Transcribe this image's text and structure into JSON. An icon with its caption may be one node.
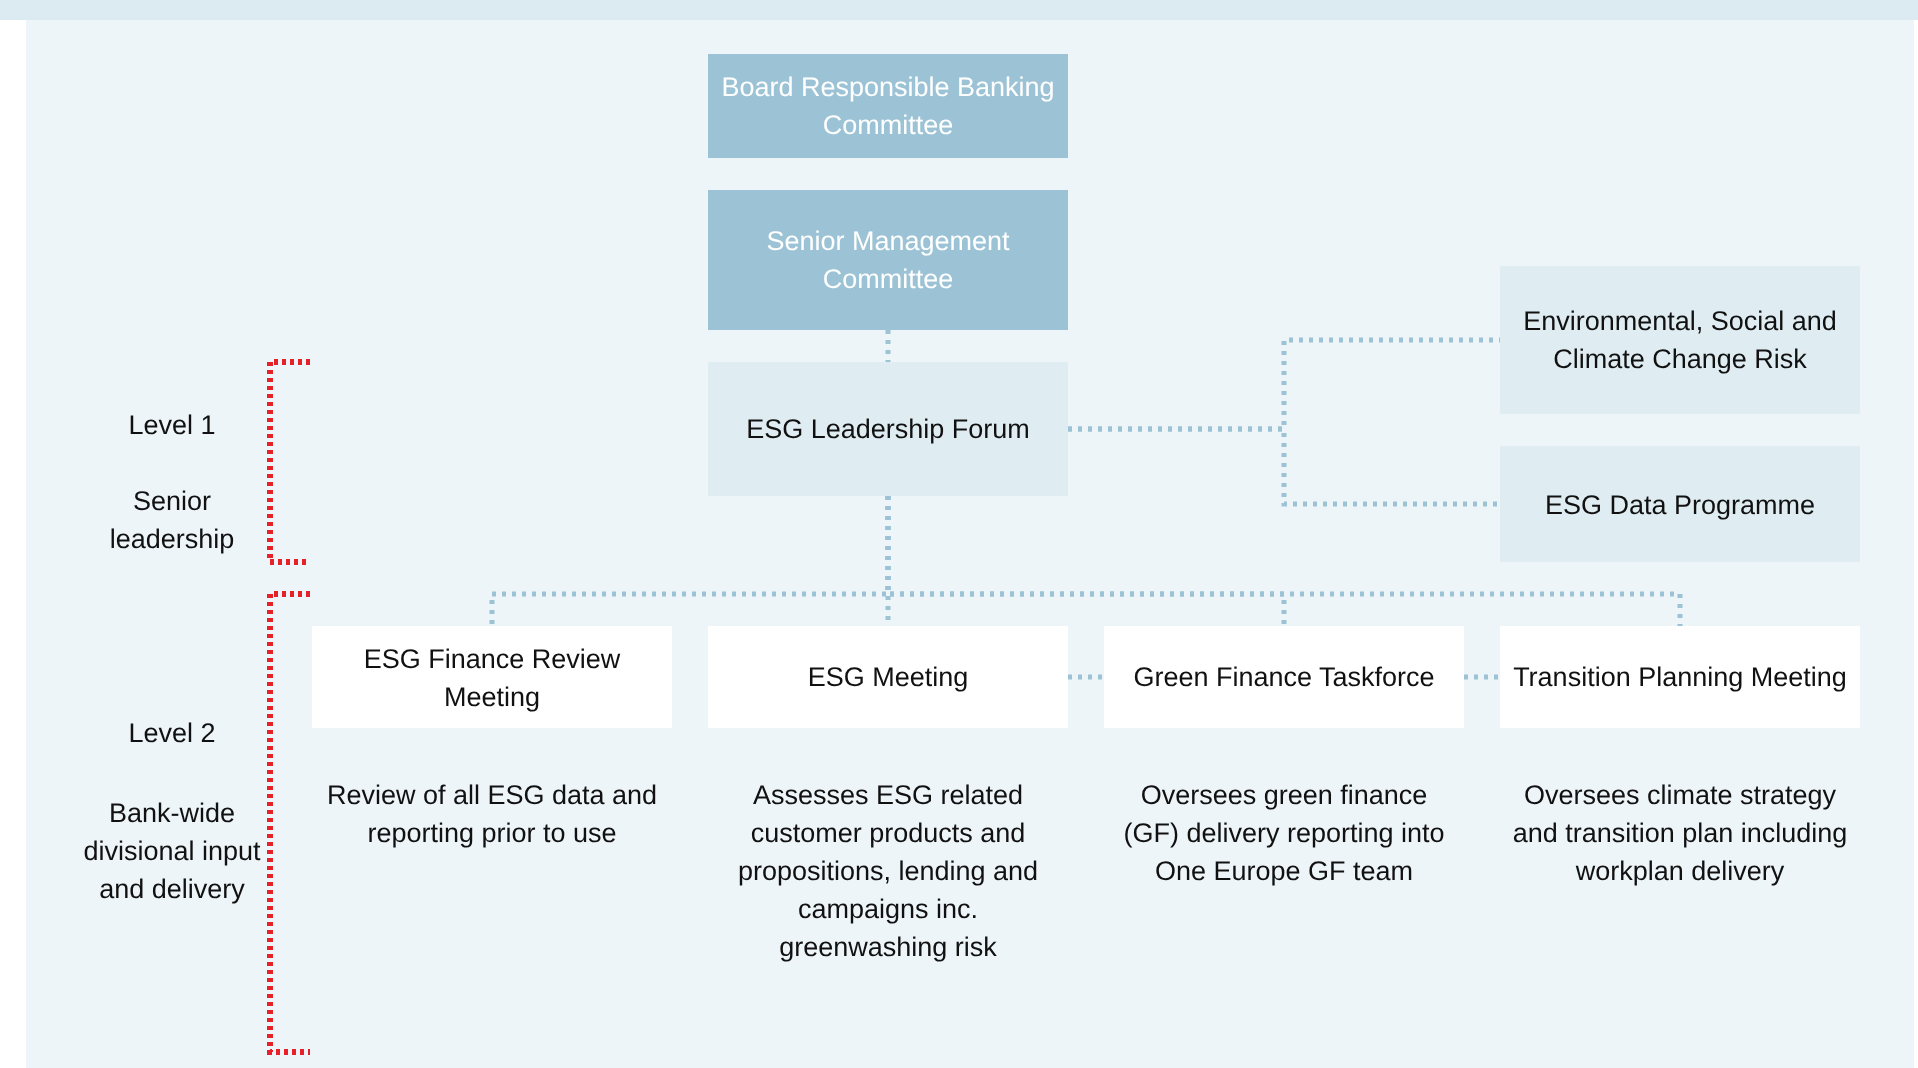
{
  "diagram": {
    "nodes": [
      {
        "text": [
          "Board Responsible Banking Committee"
        ]
      },
      {
        "text": [
          "Senior Management Committee"
        ]
      },
      {
        "text": [
          "ESG Leadership Forum"
        ]
      },
      {
        "text": [
          "Environmental, Social and Climate Change Risk"
        ]
      },
      {
        "text": [
          "ESG Data Programme"
        ]
      },
      {
        "text": [
          "ESG Finance Review Meeting"
        ],
        "beside": [
          "Review of all ESG data and reporting prior to use"
        ]
      },
      {
        "text": [
          "ESG Meeting"
        ],
        "beside": [
          "Assesses ESG related customer products and propositions, lending and campaigns inc. greenwashing risk"
        ]
      },
      {
        "text": [
          "Green Finance Taskforce"
        ],
        "beside": [
          "Oversees green finance (GF) delivery reporting into One Europe GF team"
        ]
      },
      {
        "text": [
          "Transition Planning Meeting"
        ],
        "beside": [
          "Oversees climate strategy and transition plan including workplan delivery"
        ]
      }
    ],
    "edges": [
      {
        "from": 1,
        "to": 2,
        "arrow": "none",
        "style": "dashed"
      },
      {
        "from": 2,
        "to": 3,
        "arrow": "none",
        "style": "dashed"
      },
      {
        "from": 2,
        "to": 4,
        "arrow": "none",
        "style": "dashed"
      },
      {
        "from": 2,
        "to": 5,
        "arrow": "none",
        "style": "dashed"
      },
      {
        "from": 2,
        "to": 6,
        "arrow": "none",
        "style": "dashed"
      },
      {
        "from": 2,
        "to": 7,
        "arrow": "none",
        "style": "dashed"
      },
      {
        "from": 2,
        "to": 8,
        "arrow": "none",
        "style": "dashed"
      },
      {
        "from": 6,
        "to": 7,
        "arrow": "none",
        "style": "dashed"
      },
      {
        "from": 7,
        "to": 8,
        "arrow": "none",
        "style": "dashed"
      }
    ],
    "labels": [
      "Level 1",
      "Senior leadership",
      "Level 2",
      "Bank-wide divisional input and delivery"
    ]
  }
}
